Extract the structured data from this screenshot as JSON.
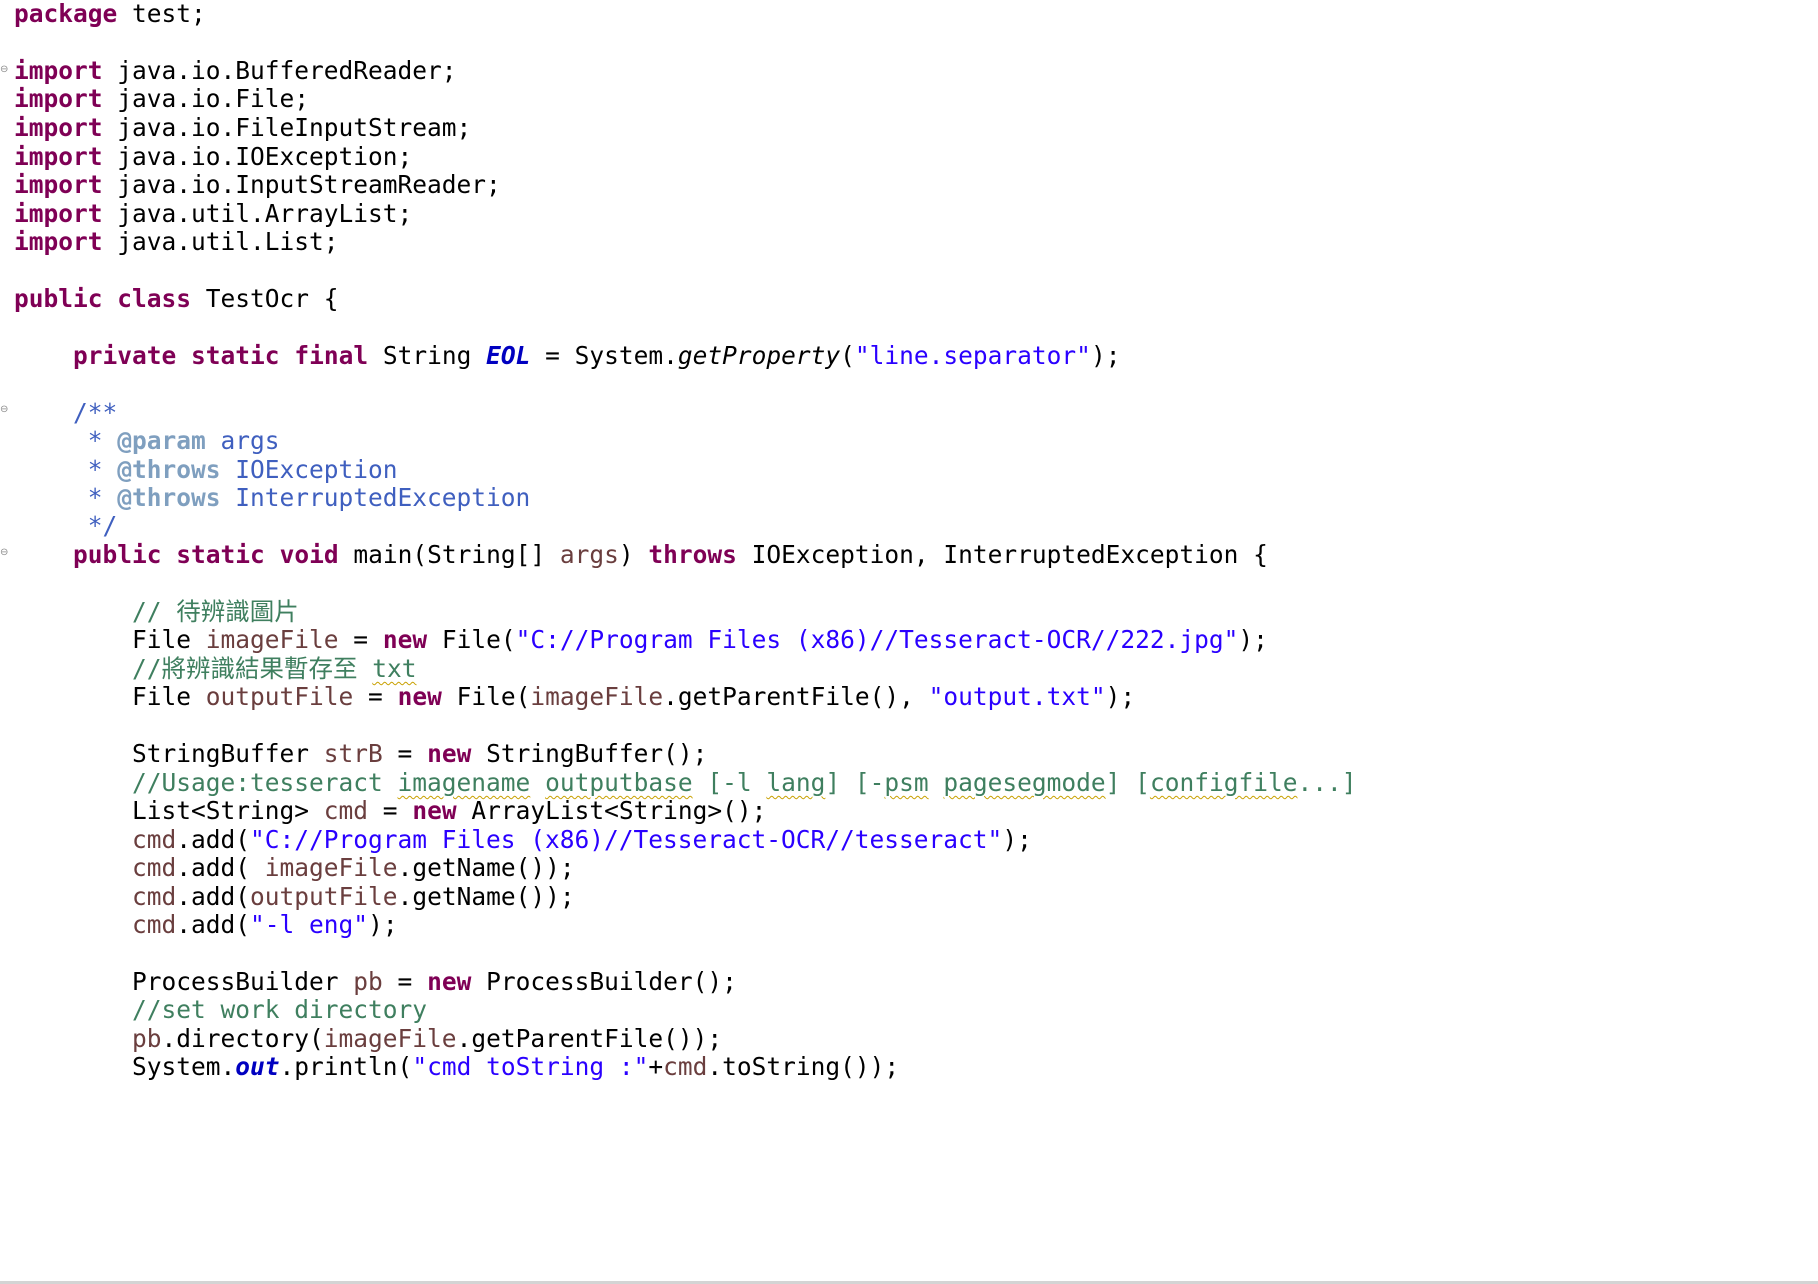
{
  "fold_marker": "⊖",
  "code": {
    "pkg_kw": "package",
    "pkg_rest": " test;",
    "import_kw": "import",
    "imports": [
      " java.io.BufferedReader;",
      " java.io.File;",
      " java.io.FileInputStream;",
      " java.io.IOException;",
      " java.io.InputStreamReader;",
      " java.util.ArrayList;",
      " java.util.List;"
    ],
    "cls": {
      "kw_public": "public",
      "kw_class": "class",
      "name": " TestOcr {"
    },
    "field": {
      "kw_private": "private",
      "kw_static": "static",
      "kw_final": "final",
      "type": " String ",
      "name": "EOL",
      "eq": " = System.",
      "method": "getProperty",
      "open": "(",
      "str": "\"line.separator\"",
      "close": ");"
    },
    "javadoc": {
      "open": "/**",
      "star": " * ",
      "tag_param": "@param",
      "param_name": " args",
      "tag_throws": "@throws",
      "throws1": " IOException",
      "throws2": " InterruptedException",
      "close": " */"
    },
    "main": {
      "kw_public": "public",
      "kw_static": "static",
      "kw_void": "void",
      "sig1": " main(String[] ",
      "args": "args",
      "sig2": ") ",
      "kw_throws": "throws",
      "sig3": " IOException, InterruptedException {"
    },
    "body": {
      "c1": "// 待辨識圖片",
      "l1_type": "File ",
      "l1_var": "imageFile",
      "l1_eq": " = ",
      "kw_new": "new",
      "l1_ctor": " File(",
      "l1_str": "\"C://Program Files (x86)//Tesseract-OCR//222.jpg\"",
      "l1_end": ");",
      "c2_pre": "//將辨識結果暫存至 ",
      "c2_sq": "txt",
      "l2_type": "File ",
      "l2_var": "outputFile",
      "l2_eq": " = ",
      "l2_ctor": " File(",
      "l2_arg": "imageFile",
      "l2_mid": ".getParentFile(), ",
      "l2_str": "\"output.txt\"",
      "l2_end": ");",
      "l3_type": "StringBuffer ",
      "l3_var": "strB",
      "l3_eq": " = ",
      "l3_rest": " StringBuffer();",
      "c3_a": "//Usage:tesseract ",
      "c3_b": "imagename",
      "c3_c": " ",
      "c3_d": "outputbase",
      "c3_e": " [-l ",
      "c3_f": "lang",
      "c3_g": "] [-",
      "c3_h": "psm",
      "c3_i": " ",
      "c3_j": "pagesegmode",
      "c3_k": "] [",
      "c3_l": "configfile",
      "c3_m": "...]",
      "l4_type": "List<String> ",
      "l4_var": "cmd",
      "l4_eq": " = ",
      "l4_rest": " ArrayList<String>();",
      "cmd": "cmd",
      "add_open": ".add(",
      "l5_str": "\"C://Program Files (x86)//Tesseract-OCR//tesseract\"",
      "l5_end": ");",
      "l6_mid": ".add( ",
      "l6_var": "imageFile",
      "l6_end": ".getName());",
      "l7_var": "outputFile",
      "l7_end": ".getName());",
      "l8_str": "\"-l eng\"",
      "l8_end": ");",
      "l9_type": "ProcessBuilder ",
      "l9_var": "pb",
      "l9_eq": " = ",
      "l9_rest": " ProcessBuilder();",
      "c4": "//set work directory",
      "l10_var": "pb",
      "l10_mid": ".directory(",
      "l10_arg": "imageFile",
      "l10_end": ".getParentFile());",
      "l11_a": "System.",
      "l11_out": "out",
      "l11_b": ".println(",
      "l11_str": "\"cmd toString :\"",
      "l11_c": "+",
      "l11_cmd": "cmd",
      "l11_d": ".toString());"
    }
  }
}
